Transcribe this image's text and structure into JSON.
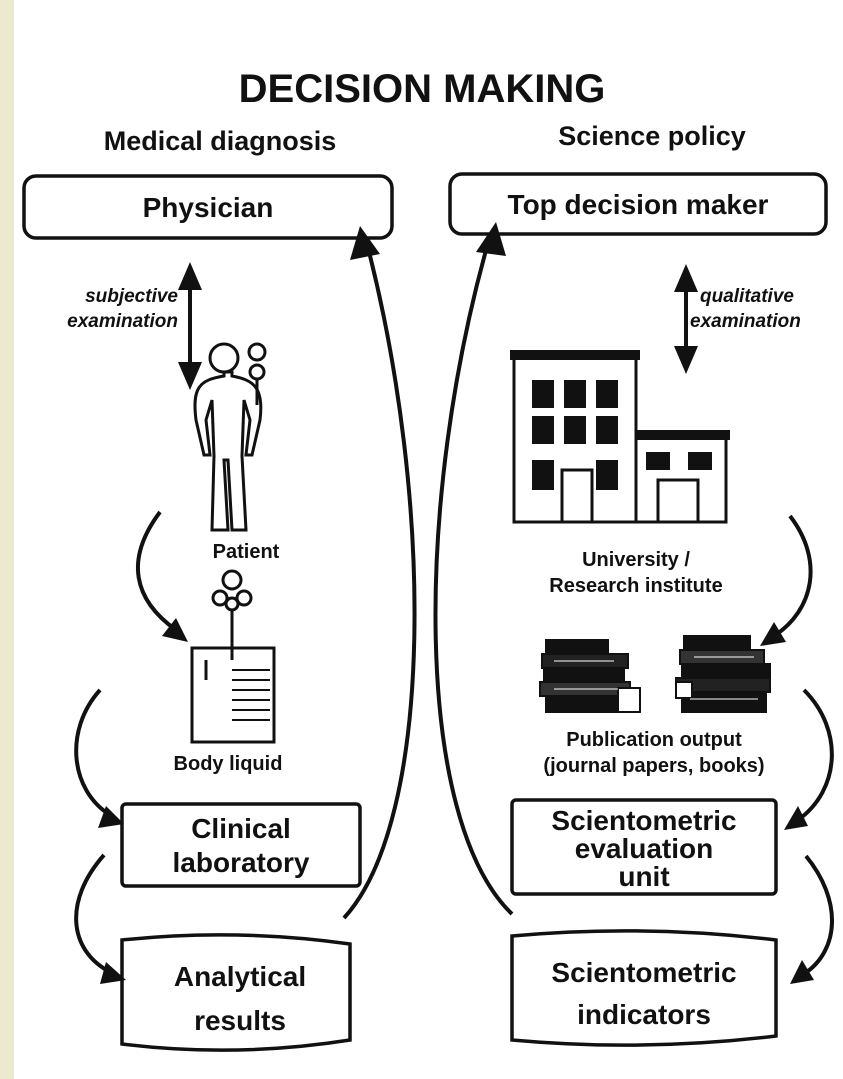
{
  "title": "DECISION MAKING",
  "left": {
    "heading": "Medical diagnosis",
    "top_box": "Physician",
    "exam_line1": "subjective",
    "exam_line2": "examination",
    "subject_label": "Patient",
    "sample_label": "Body liquid",
    "lab_line1": "Clinical",
    "lab_line2": "laboratory",
    "result_line1": "Analytical",
    "result_line2": "results"
  },
  "right": {
    "heading": "Science policy",
    "top_box": "Top decision maker",
    "exam_line1": "qualitative",
    "exam_line2": "examination",
    "subject_line1": "University /",
    "subject_line2": "Research institute",
    "sample_line1": "Publication output",
    "sample_line2": "(journal papers, books)",
    "lab_line1": "Scientometric",
    "lab_line2": "evaluation",
    "lab_line3": "unit",
    "result_line1": "Scientometric",
    "result_line2": "indicators"
  },
  "icons": {
    "person": "person-icon",
    "key": "key-icon",
    "beaker": "beaker-icon",
    "building": "building-icon",
    "books": "book-stack-icon"
  }
}
